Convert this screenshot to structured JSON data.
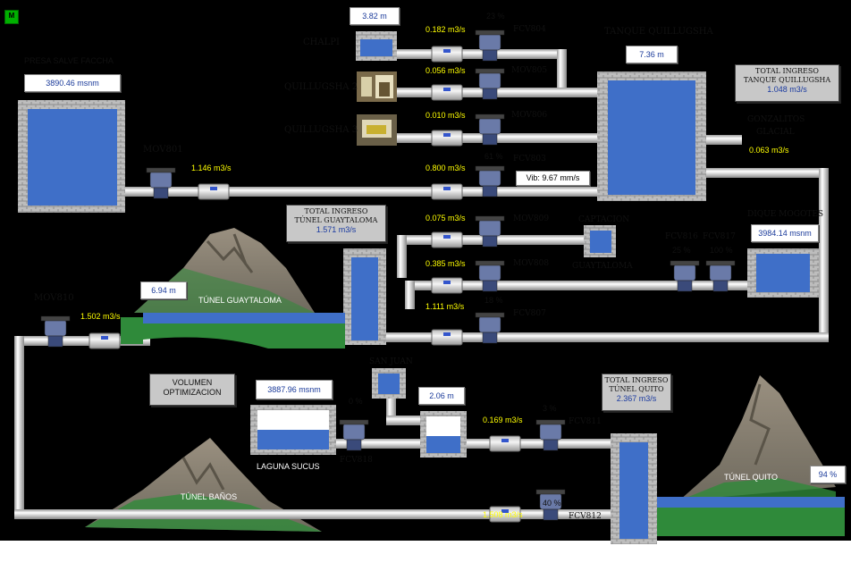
{
  "corner_tag": "M",
  "reservoirs": {
    "salve_faccha": {
      "title": "PRESA SALVE FACCHA",
      "level": "3890.46 msnm"
    },
    "chalpi": {
      "title": "CHALPI",
      "level": "3.82 m"
    },
    "quillugsha2": {
      "title": "QUILLUGSHA 2"
    },
    "quillugsha3": {
      "title": "QUILLUGSHA 3"
    },
    "tanque_quillugsha": {
      "title": "TANQUE QUILLUGSHA",
      "level": "7.36 m"
    },
    "gonzalitos": {
      "title_line1": "GONZALITOS",
      "title_line2": "GLACIAL",
      "flow": "0.063 m3/s"
    },
    "captacion": {
      "title_line1": "CAPTACION",
      "title_line2": "GUAYTALOMA"
    },
    "dique_mogotes": {
      "title": "DIQUE MOGOTES",
      "level": "3984.14 msnm"
    },
    "tunel_guaytaloma": {
      "title": "TÚNEL GUAYTALOMA",
      "level": "6.94 m"
    },
    "san_juan": {
      "title": "SAN JUAN",
      "level": "2.06 m"
    },
    "laguna_sucus": {
      "title": "LAGUNA SUCUS",
      "level": "3887.96 msnm"
    },
    "tunel_banos": {
      "title": "TÚNEL BAÑOS"
    },
    "tunel_quito": {
      "title": "TÚNEL QUITO",
      "level": "94 %"
    }
  },
  "totals": {
    "quillugsha": {
      "line1": "TOTAL INGRESO",
      "line2": "TANQUE QUILLUGSHA",
      "value": "1.048 m3/s"
    },
    "guaytaloma": {
      "line1": "TOTAL INGRESO",
      "line2": "TÚNEL GUAYTALOMA",
      "value": "1.571 m3/s"
    },
    "quito": {
      "line1": "TOTAL INGRESO",
      "line2": "TÚNEL QUITO",
      "value": "2.367 m3/s"
    }
  },
  "volumen_button": {
    "line1": "VOLUMEN",
    "line2": "OPTIMIZACION"
  },
  "valves": {
    "fcv804": {
      "name": "FCV804",
      "pct": "23 %",
      "flow": "0.182 m3/s"
    },
    "mov805": {
      "name": "MOV805",
      "flow": "0.056 m3/s"
    },
    "mov806": {
      "name": "MOV806",
      "flow": "0.010 m3/s"
    },
    "fcv803": {
      "name": "FCV803",
      "pct": "61 %",
      "flow": "0.800 m3/s",
      "vib": "Vib: 9.67 mm/s"
    },
    "mov801": {
      "name": "MOV801",
      "flow": "1.146 m3/s"
    },
    "mov809": {
      "name": "MOV809",
      "flow": "0.075 m3/s"
    },
    "mov808": {
      "name": "MOV808",
      "flow": "0.385 m3/s"
    },
    "fcv807": {
      "name": "FCV807",
      "pct": "18 %",
      "flow": "1.111 m3/s"
    },
    "fcv816": {
      "name": "FCV816",
      "pct": "25 %"
    },
    "fcv817": {
      "name": "FCV817",
      "pct": "100 %"
    },
    "mov810": {
      "name": "MOV810",
      "flow": "1.502 m3/s"
    },
    "fcv818": {
      "name": "FCV818",
      "pct": "0 %"
    },
    "fcv811": {
      "name": "FCV811",
      "pct": "3 %",
      "flow": "0.169 m3/s"
    },
    "fcv812": {
      "name": "FCV812",
      "pct": "40 %",
      "flow": "1.508 m3/s"
    }
  },
  "colors": {
    "water": "#3f6fc8",
    "pipe": "#e6e6e6",
    "mountain": "#8c8470",
    "grass": "#2f8a3a",
    "flow_text": "#ffff00",
    "value_text": "#1a3a9a",
    "background": "#000000"
  }
}
